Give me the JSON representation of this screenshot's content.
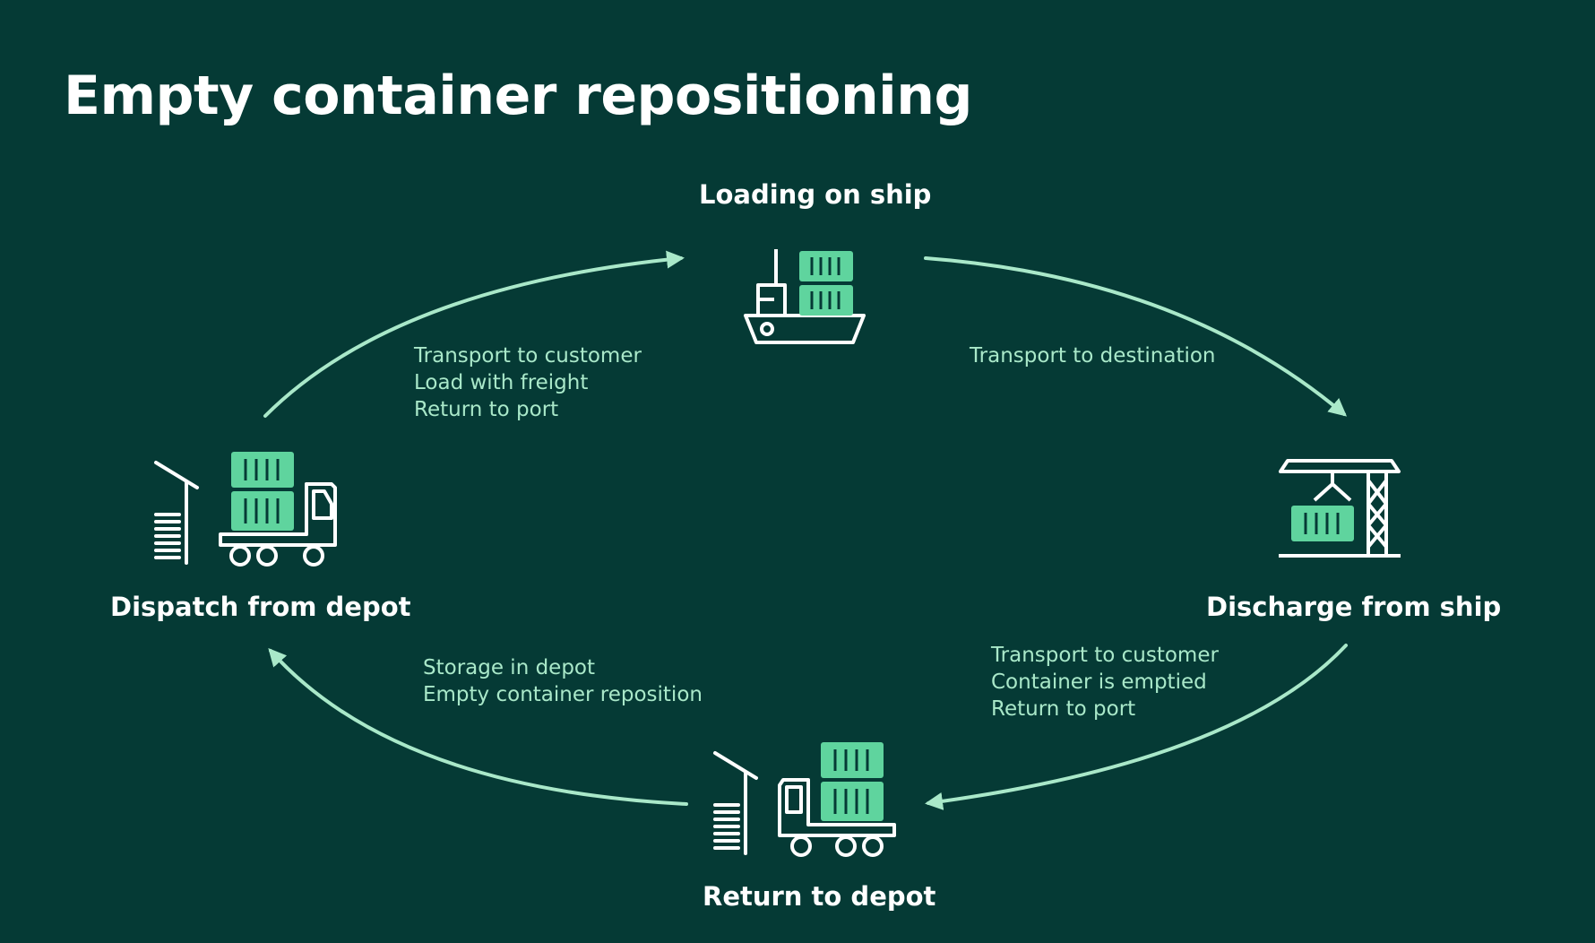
{
  "title": "Empty container repositioning",
  "colors": {
    "background": "#053A35",
    "accent": "#5FD49E",
    "arrow": "#A9E8C9",
    "text": "#FFFFFF"
  },
  "stages": {
    "loading": {
      "label": "Loading on ship",
      "icon": "ship-icon"
    },
    "discharge": {
      "label": "Discharge from ship",
      "icon": "crane-icon"
    },
    "return": {
      "label": "Return to depot",
      "icon": "truck-depot-icon"
    },
    "dispatch": {
      "label": "Dispatch from depot",
      "icon": "truck-depot-icon"
    }
  },
  "transitions": {
    "dispatch_to_loading": [
      "Transport to customer",
      "Load with freight",
      "Return to port"
    ],
    "loading_to_discharge": [
      "Transport to destination"
    ],
    "discharge_to_return": [
      "Transport to customer",
      "Container is emptied",
      "Return to port"
    ],
    "return_to_dispatch": [
      "Storage in depot",
      "Empty container reposition"
    ]
  }
}
